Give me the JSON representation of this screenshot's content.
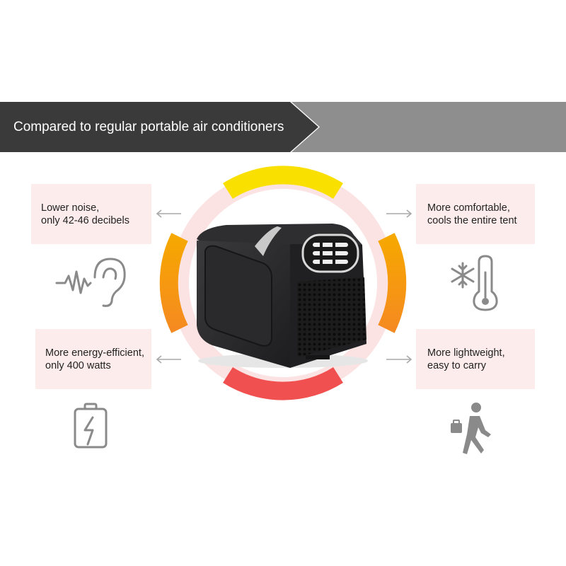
{
  "header": {
    "title": "Compared to regular portable air conditioners"
  },
  "features": {
    "noise": {
      "text": "Lower noise,\nonly 42-46 decibels",
      "icon": "ear-soundwave-icon"
    },
    "energy": {
      "text": "More energy-efficient,\nonly 400 watts",
      "icon": "battery-bolt-icon"
    },
    "comfort": {
      "text": "More comfortable,\ncools the entire tent",
      "icon": "snowflake-thermometer-icon"
    },
    "lightweight": {
      "text": "More lightweight,\neasy to carry",
      "icon": "walking-person-briefcase-icon"
    }
  },
  "ring": {
    "segment_colors": {
      "top": "#f9e000",
      "upper_sides": "#f7a800",
      "lower_sides": "#f57a30",
      "bottom": "#f05050",
      "pale": "#fbe3e3"
    }
  },
  "colors": {
    "banner_dark": "#3a3a3a",
    "banner_light": "#8e8e8e",
    "box_bg": "#fcecec",
    "icon_gray": "#8a8a8a"
  }
}
